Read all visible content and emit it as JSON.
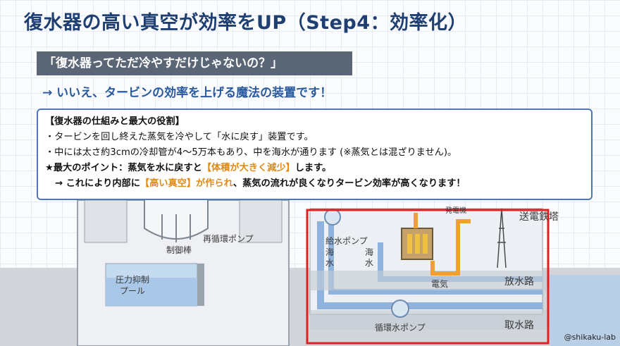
{
  "title": "復水器の高い真空が効率をUP（Step4：効率化）",
  "question": "「復水器ってただ冷やすだけじゃないの？」",
  "answer": "→ いいえ、タービンの効率を上げる魔法の装置です！",
  "info": {
    "heading": "【復水器の仕組みと最大の役割】",
    "bullet1": "・タービンを回し終えた蒸気を冷やして「水に戻す」装置です。",
    "bullet2": "・中には太さ約3cmの冷却管が4～5万本もあり、中を海水が通ります (※蒸気とは混ざりません)。",
    "point_pre": "★最大のポイント：蒸気を水に戻すと",
    "point_hl": "【体積が大きく減少】",
    "point_post": "します。",
    "result_pre": "→ これにより内部に",
    "result_hl": "【高い真空】",
    "result_hl2": "が作られ",
    "result_post": "、蒸気の流れが良くなりタービン効率が高くなります！"
  },
  "diagram": {
    "labels": {
      "recirc_pump": "再循環ポンプ",
      "control_rod": "制御棒",
      "suppression_pool_1": "圧力抑制",
      "suppression_pool_2": "プール",
      "feedwater_pump": "給水ポンプ",
      "seawater_left_1": "海",
      "seawater_left_2": "水",
      "seawater_right_1": "海",
      "seawater_right_2": "水",
      "electricity": "電気",
      "transmission_tower": "送電鉄塔",
      "discharge_channel": "放水路",
      "intake_channel": "取水路",
      "circulating_pump": "循環水ポンプ",
      "generator_partial": "発電機"
    },
    "colors": {
      "highlight_frame": "#e02020",
      "pipe_blue": "#8fb3dd",
      "steam_orange": "#f0a030",
      "sea_blue": "#b9cfe6",
      "ground_gray": "#c8ccd2"
    }
  },
  "watermark": "@shikaku-lab"
}
